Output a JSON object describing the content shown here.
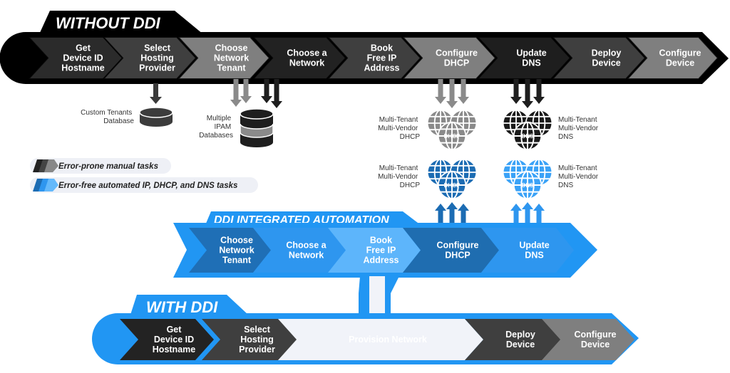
{
  "without_ddi": {
    "title": "WITHOUT DDI",
    "steps": [
      {
        "lines": [
          "Get",
          "Device ID",
          "Hostname"
        ],
        "color": "#2b2b2b"
      },
      {
        "lines": [
          "Select",
          "Hosting",
          "Provider"
        ],
        "color": "#3f3f3f"
      },
      {
        "lines": [
          "Choose",
          "Network",
          "Tenant"
        ],
        "color": "#7f7f7f"
      },
      {
        "lines": [
          "Choose a",
          "Network"
        ],
        "color": "#222222"
      },
      {
        "lines": [
          "Book",
          "Free IP",
          "Address"
        ],
        "color": "#3f3f3f"
      },
      {
        "lines": [
          "Configure",
          "DHCP"
        ],
        "color": "#7f7f7f"
      },
      {
        "lines": [
          "Update",
          "DNS"
        ],
        "color": "#1e1e1e"
      },
      {
        "lines": [
          "Deploy",
          "Device"
        ],
        "color": "#3f3f3f"
      },
      {
        "lines": [
          "Configure",
          "Device"
        ],
        "color": "#7f7f7f"
      }
    ],
    "custom_db_label": [
      "Custom Tenants",
      "Database"
    ],
    "ipam_label": [
      "Multiple",
      "IPAM",
      "Databases"
    ],
    "dhcp_label": [
      "Multi-Tenant",
      "Multi-Vendor",
      "DHCP"
    ],
    "dns_label": [
      "Multi-Tenant",
      "Multi-Vendor",
      "DNS"
    ],
    "dhcp_globe_text": "DHCP",
    "dns_globe_text": "DNS"
  },
  "automated": {
    "dhcp_label": [
      "Multi-Tenant",
      "Multi-Vendor",
      "DHCP"
    ],
    "dns_label": [
      "Multi-Tenant",
      "Multi-Vendor",
      "DNS"
    ],
    "dhcp_globe_text": "DHCP",
    "dns_globe_text": "DNS"
  },
  "legend": {
    "manual": "Error-prone manual tasks",
    "automated": "Error-free automated IP, DHCP, and DNS tasks"
  },
  "ddi_automation": {
    "title": "DDI INTEGRATED AUTOMATION",
    "steps": [
      {
        "lines": [
          "Choose",
          "Network",
          "Tenant"
        ],
        "color": "#1f6fb6"
      },
      {
        "lines": [
          "Choose a",
          "Network"
        ],
        "color": "#2e96ef"
      },
      {
        "lines": [
          "Book",
          "Free IP",
          "Address"
        ],
        "color": "#5db5fb"
      },
      {
        "lines": [
          "Configure",
          "DHCP"
        ],
        "color": "#1f6db0"
      },
      {
        "lines": [
          "Update",
          "DNS"
        ],
        "color": "#2e96ef"
      }
    ]
  },
  "with_ddi": {
    "title": "WITH DDI",
    "steps": [
      {
        "lines": [
          "Get",
          "Device ID",
          "Hostname"
        ],
        "color": "#232323"
      },
      {
        "lines": [
          "Select",
          "Hosting",
          "Provider"
        ],
        "color": "#3f3f3f"
      },
      {
        "lines": [
          "Provision Network"
        ],
        "color": "#f1f3f9"
      },
      {
        "lines": [
          "Deploy",
          "Device"
        ],
        "color": "#3f3f3f"
      },
      {
        "lines": [
          "Configure",
          "Device"
        ],
        "color": "#7f7f7f"
      }
    ]
  },
  "colors": {
    "blue": "#2196f3",
    "dark_blue": "#1c6cb3",
    "light_blue": "#42a5f5",
    "black": "#000000",
    "gray": "#8a8a8a"
  }
}
